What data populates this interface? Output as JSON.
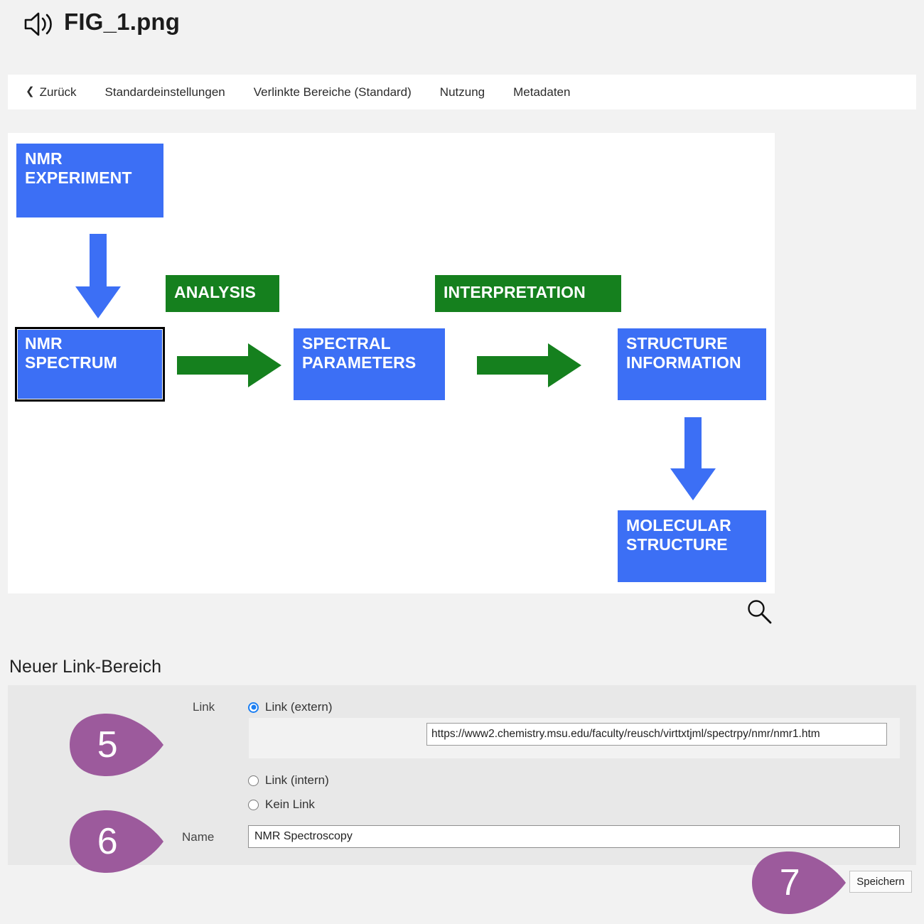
{
  "header": {
    "icon": "speaker-icon",
    "title": "FIG_1.png"
  },
  "nav": {
    "back_icon": "chevron-left-icon",
    "items": [
      "Zurück",
      "Standardeinstellungen",
      "Verlinkte Bereiche (Standard)",
      "Nutzung",
      "Metadaten"
    ]
  },
  "image_panel": {
    "magnifier_icon": "magnifier-icon",
    "diagram": {
      "boxes": [
        {
          "id": "nmr-experiment",
          "label": "NMR\nEXPERIMENT",
          "line1": "NMR",
          "line2": "EXPERIMENT",
          "color": "#3C6FF5",
          "selected": false
        },
        {
          "id": "nmr-spectrum",
          "label": "NMR\nSPECTRUM",
          "line1": "NMR",
          "line2": "SPECTRUM",
          "color": "#3C6FF5",
          "selected": true
        },
        {
          "id": "spectral-parameters",
          "label": "SPECTRAL\nPARAMETERS",
          "line1": "SPECTRAL",
          "line2": "PARAMETERS",
          "color": "#3C6FF5",
          "selected": false
        },
        {
          "id": "structure-information",
          "label": "STRUCTURE\nINFORMATION",
          "line1": "STRUCTURE",
          "line2": "INFORMATION",
          "color": "#3C6FF5",
          "selected": false
        },
        {
          "id": "molecular-structure",
          "label": "MOLECULAR\nSTRUCTURE",
          "line1": "MOLECULAR",
          "line2": "STRUCTURE",
          "color": "#3C6FF5",
          "selected": false
        },
        {
          "id": "analysis",
          "label": "ANALYSIS",
          "line1": "ANALYSIS",
          "line2": "",
          "color": "#15801E",
          "selected": false
        },
        {
          "id": "interpretation",
          "label": "INTERPRETATION",
          "line1": "INTERPRETATION",
          "line2": "",
          "color": "#15801E",
          "selected": false
        }
      ],
      "arrows": [
        {
          "id": "arrow-down-experiment-to-spectrum",
          "direction": "down",
          "color": "#3C6FF5"
        },
        {
          "id": "arrow-right-spectrum-to-parameters",
          "direction": "right",
          "color": "#15801E"
        },
        {
          "id": "arrow-right-parameters-to-structure",
          "direction": "right",
          "color": "#15801E"
        },
        {
          "id": "arrow-down-structure-to-molecular",
          "direction": "down",
          "color": "#3C6FF5"
        }
      ]
    }
  },
  "section": {
    "heading": "Neuer Link-Bereich"
  },
  "form": {
    "link_label": "Link",
    "name_label": "Name",
    "options": [
      {
        "label": "Link (extern)",
        "checked": true
      },
      {
        "label": "Link (intern)",
        "checked": false
      },
      {
        "label": "Kein Link",
        "checked": false
      }
    ],
    "url_value": "https://www2.chemistry.msu.edu/faculty/reusch/virttxtjml/spectrpy/nmr/nmr1.htm",
    "name_value": "NMR Spectroscopy",
    "save_label": "Speichern"
  },
  "callouts": [
    {
      "id": "callout-5",
      "number": "5"
    },
    {
      "id": "callout-6",
      "number": "6"
    },
    {
      "id": "callout-7",
      "number": "7"
    }
  ],
  "colors": {
    "page_background": "#F2F2F2",
    "panel_background": "#FFFFFF",
    "form_background": "#E8E8E8",
    "subpanel_background": "#F2F2F2",
    "diagram_blue": "#3C6FF5",
    "diagram_green": "#15801E",
    "callout_purple": "#9C5A9C",
    "radio_accent": "#1C7FF2"
  }
}
